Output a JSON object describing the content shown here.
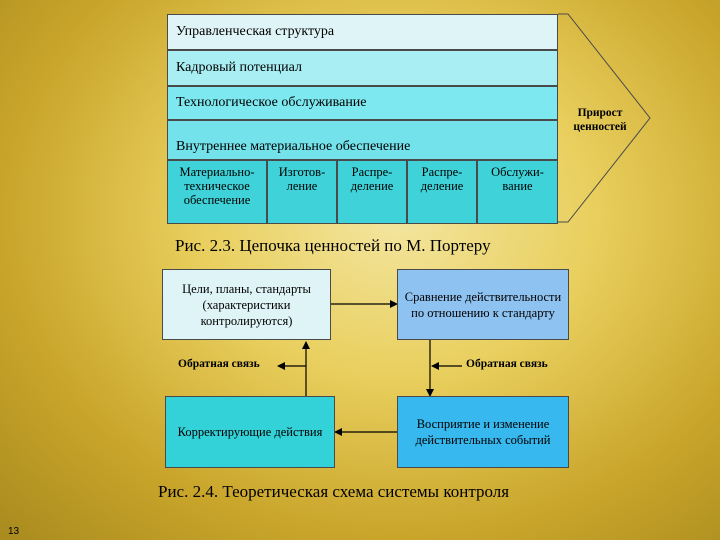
{
  "chain": {
    "support": [
      "Управленческая структура",
      "Кадровый потенциал",
      "Технологическое обслуживание",
      "Внутреннее материальное обеспечение"
    ],
    "primary": [
      "Материально-техническое обеспечение",
      "Изготов-ление",
      "Распре-деление",
      "Распре-деление",
      "Обслужи-вание"
    ],
    "margin": "Прирост ценностей",
    "caption": "Рис. 2.3. Цепочка ценностей по М. Портеру"
  },
  "control": {
    "goals": "Цели, планы, стандарты (характеристики контролируются)",
    "compare": "Сравнение действительности по отношению к стандарту",
    "feedback_left": "Обратная связь",
    "feedback_right": "Обратная связь",
    "correct": "Корректирующие действия",
    "perceive": "Восприятие и изменение действительных событий",
    "caption": "Рис. 2.4. Теоретическая схема системы контроля"
  },
  "page_number": "13"
}
